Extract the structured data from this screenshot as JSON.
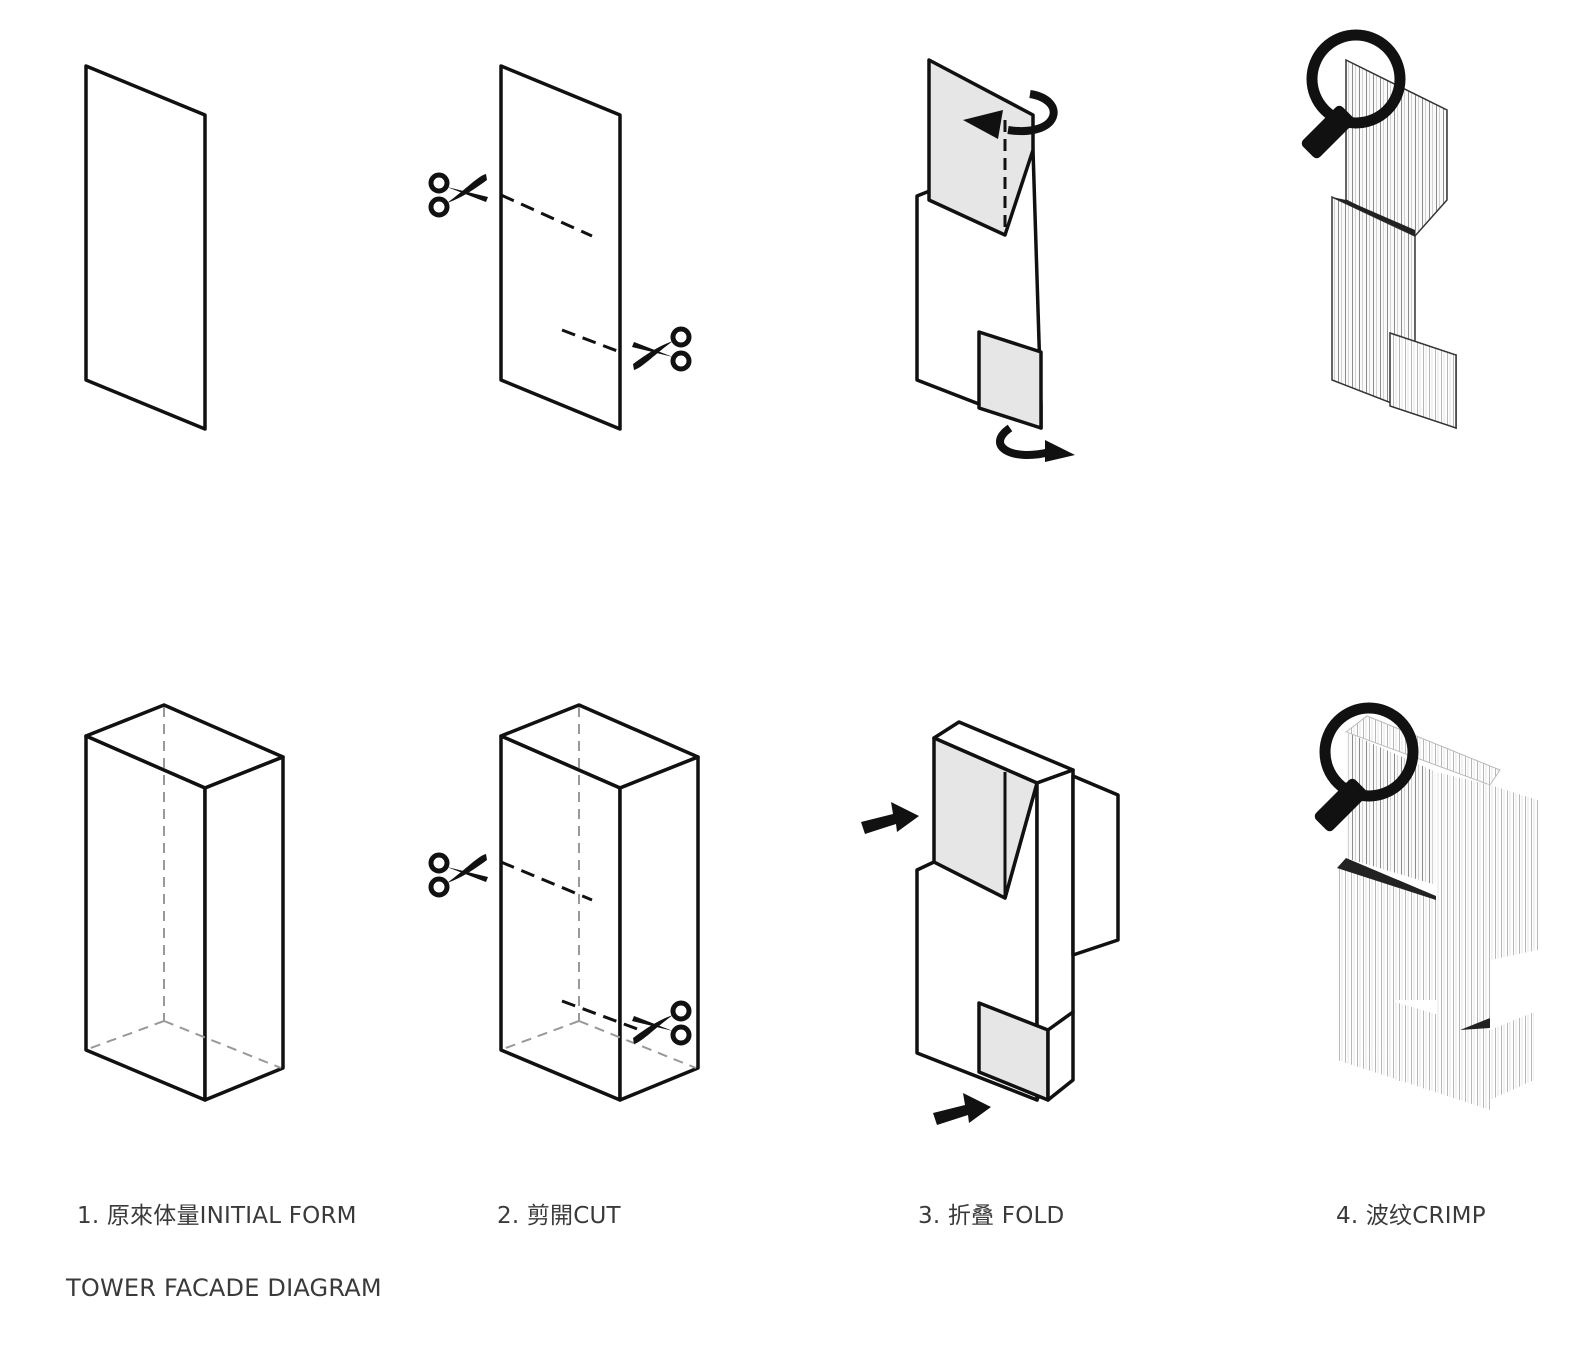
{
  "diagram": {
    "title": "TOWER FACADE DIAGRAM",
    "steps": [
      {
        "label": "1. 原來体量INITIAL FORM"
      },
      {
        "label": "2. 剪開CUT"
      },
      {
        "label": "3. 折叠 FOLD"
      },
      {
        "label": "4. 波纹CRIMP"
      }
    ]
  }
}
